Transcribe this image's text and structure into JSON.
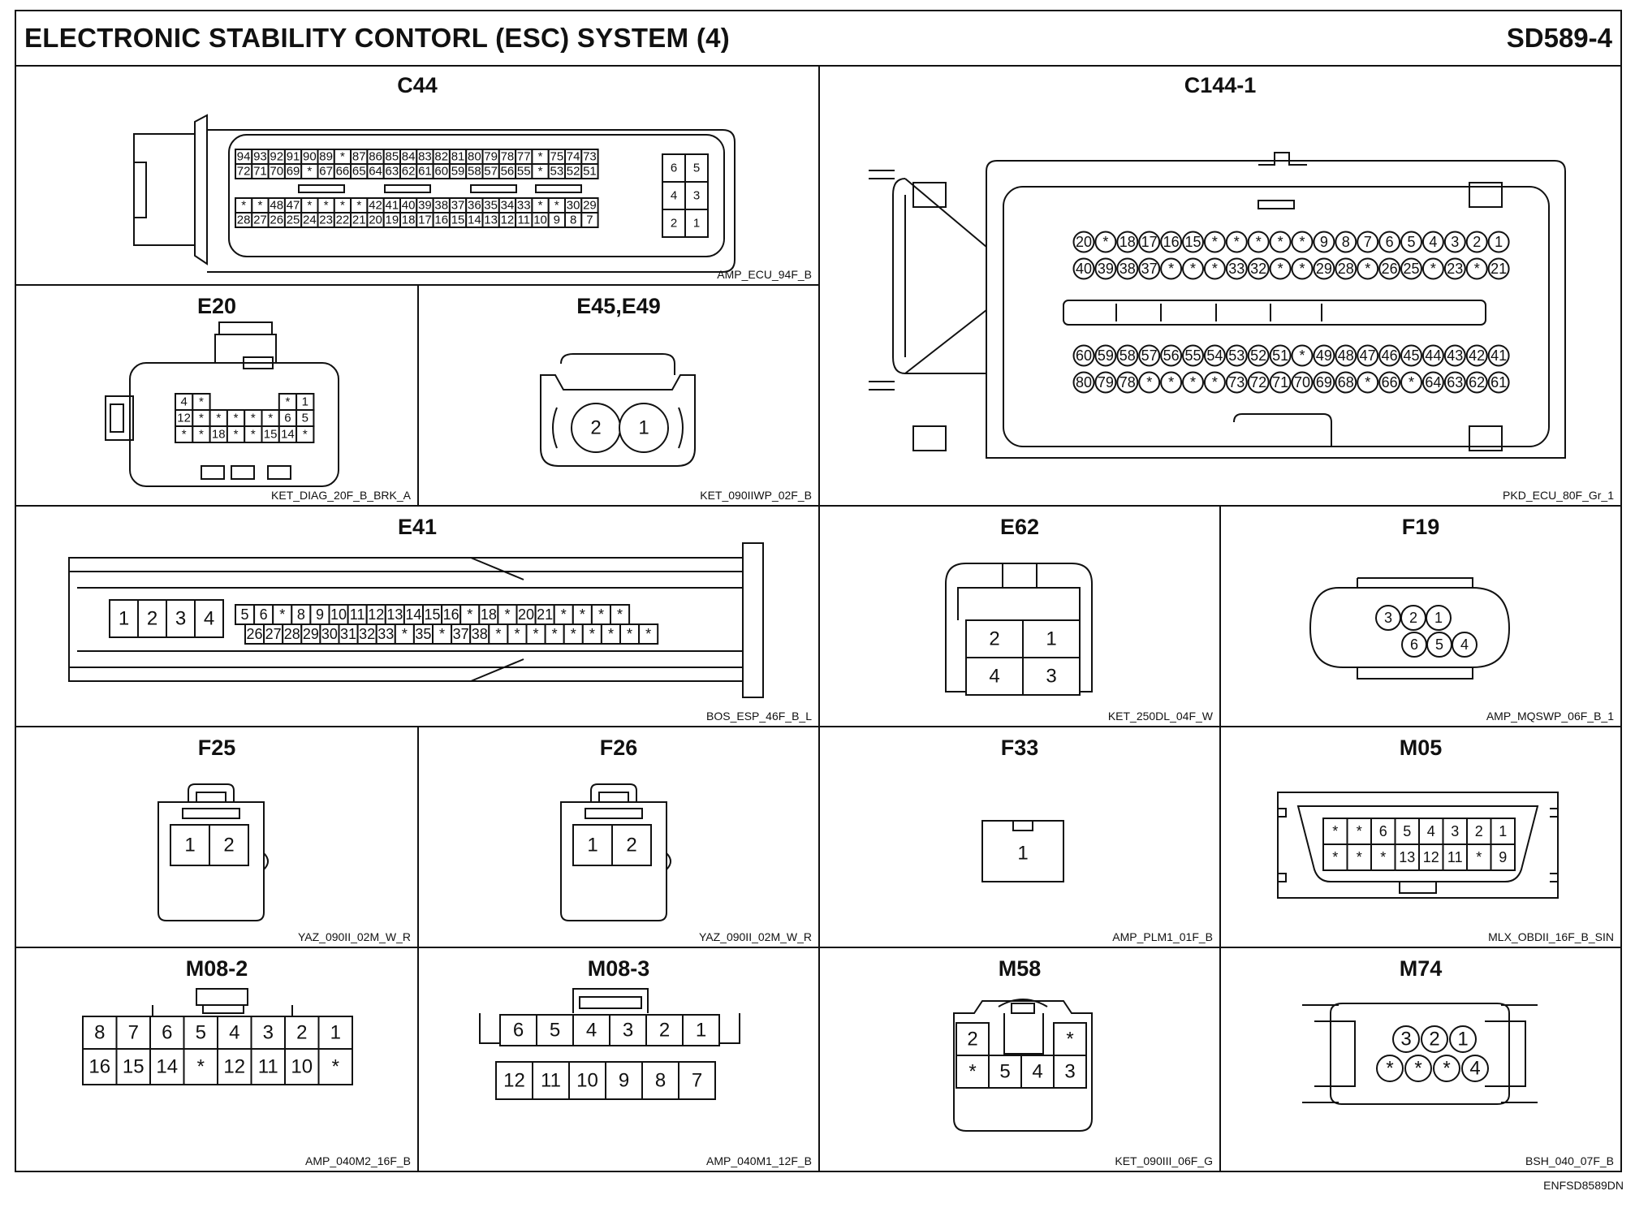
{
  "header": {
    "title": "ELECTRONIC STABILITY CONTORL (ESC) SYSTEM (4)",
    "code": "SD589-4"
  },
  "footer": {
    "code": "ENFSD8589DN"
  },
  "connectors": {
    "c44": {
      "name": "C44",
      "code": "AMP_ECU_94F_B",
      "rows": [
        [
          "94",
          "93",
          "92",
          "91",
          "90",
          "89",
          "*",
          "87",
          "86",
          "85",
          "84",
          "83",
          "82",
          "81",
          "80",
          "79",
          "78",
          "77",
          "*",
          "75",
          "74",
          "73"
        ],
        [
          "72",
          "71",
          "70",
          "69",
          "*",
          "67",
          "66",
          "65",
          "64",
          "63",
          "62",
          "61",
          "60",
          "59",
          "58",
          "57",
          "56",
          "55",
          "*",
          "53",
          "52",
          "51"
        ],
        [
          "*",
          "*",
          "48",
          "47",
          "*",
          "*",
          "*",
          "*",
          "42",
          "41",
          "40",
          "39",
          "38",
          "37",
          "36",
          "35",
          "34",
          "33",
          "*",
          "*",
          "30",
          "29"
        ],
        [
          "28",
          "27",
          "26",
          "25",
          "24",
          "23",
          "22",
          "21",
          "20",
          "19",
          "18",
          "17",
          "16",
          "15",
          "14",
          "13",
          "12",
          "11",
          "10",
          "9",
          "8",
          "7"
        ]
      ],
      "side": [
        [
          "6",
          "5"
        ],
        [
          "4",
          "3"
        ],
        [
          "2",
          "1"
        ]
      ]
    },
    "c144": {
      "name": "C144-1",
      "code": "PKD_ECU_80F_Gr_1",
      "rows": [
        [
          "20",
          "*",
          "18",
          "17",
          "16",
          "15",
          "*",
          "*",
          "*",
          "*",
          "*",
          "9",
          "8",
          "7",
          "6",
          "5",
          "4",
          "3",
          "2",
          "1"
        ],
        [
          "40",
          "39",
          "38",
          "37",
          "*",
          "*",
          "*",
          "33",
          "32",
          "*",
          "*",
          "29",
          "28",
          "*",
          "26",
          "25",
          "*",
          "23",
          "*",
          "21"
        ],
        [
          "60",
          "59",
          "58",
          "57",
          "56",
          "55",
          "54",
          "53",
          "52",
          "51",
          "*",
          "49",
          "48",
          "47",
          "46",
          "45",
          "44",
          "43",
          "42",
          "41"
        ],
        [
          "80",
          "79",
          "78",
          "*",
          "*",
          "*",
          "*",
          "73",
          "72",
          "71",
          "70",
          "69",
          "68",
          "*",
          "66",
          "*",
          "64",
          "63",
          "62",
          "61"
        ]
      ]
    },
    "e20": {
      "name": "E20",
      "code": "KET_DIAG_20F_B_BRK_A",
      "rows": [
        [
          "4",
          "*",
          "",
          "",
          "",
          "",
          "*",
          "1"
        ],
        [
          "12",
          "*",
          "*",
          "*",
          "*",
          "*",
          "6",
          "5"
        ],
        [
          "*",
          "*",
          "18",
          "*",
          "*",
          "15",
          "14",
          "*"
        ]
      ]
    },
    "e45": {
      "name": "E45,E49",
      "code": "KET_090IIWP_02F_B",
      "pins": [
        "2",
        "1"
      ]
    },
    "e41": {
      "name": "E41",
      "code": "BOS_ESP_46F_B_L",
      "left": [
        "1",
        "2",
        "3",
        "4"
      ],
      "top": [
        "5",
        "6",
        "*",
        "8",
        "9",
        "10",
        "11",
        "12",
        "13",
        "14",
        "15",
        "16",
        "*",
        "18",
        "*",
        "20",
        "21",
        "*",
        "*",
        "*",
        "*"
      ],
      "bottom": [
        "26",
        "27",
        "28",
        "29",
        "30",
        "31",
        "32",
        "33",
        "*",
        "35",
        "*",
        "37",
        "38",
        "*",
        "*",
        "*",
        "*",
        "*",
        "*",
        "*",
        "*",
        "*"
      ]
    },
    "e62": {
      "name": "E62",
      "code": "KET_250DL_04F_W",
      "pins": [
        "2",
        "1",
        "4",
        "3"
      ]
    },
    "f19": {
      "name": "F19",
      "code": "AMP_MQSWP_06F_B_1",
      "top": [
        "3",
        "2",
        "1"
      ],
      "bottom": [
        "6",
        "5",
        "4"
      ]
    },
    "f25": {
      "name": "F25",
      "code": "YAZ_090II_02M_W_R",
      "pins": [
        "1",
        "2"
      ]
    },
    "f26": {
      "name": "F26",
      "code": "YAZ_090II_02M_W_R",
      "pins": [
        "1",
        "2"
      ]
    },
    "f33": {
      "name": "F33",
      "code": "AMP_PLM1_01F_B",
      "pins": [
        "1"
      ]
    },
    "m05": {
      "name": "M05",
      "code": "MLX_OBDII_16F_B_SIN",
      "top": [
        "*",
        "*",
        "6",
        "5",
        "4",
        "3",
        "2",
        "1"
      ],
      "bottom": [
        "*",
        "*",
        "*",
        "13",
        "12",
        "11",
        "*",
        "9"
      ]
    },
    "m082": {
      "name": "M08-2",
      "code": "AMP_040M2_16F_B",
      "top": [
        "8",
        "7",
        "6",
        "5",
        "4",
        "3",
        "2",
        "1"
      ],
      "bottom": [
        "16",
        "15",
        "14",
        "*",
        "12",
        "11",
        "10",
        "*"
      ]
    },
    "m083": {
      "name": "M08-3",
      "code": "AMP_040M1_12F_B",
      "top": [
        "6",
        "5",
        "4",
        "3",
        "2",
        "1"
      ],
      "bottom": [
        "12",
        "11",
        "10",
        "9",
        "8",
        "7"
      ]
    },
    "m58": {
      "name": "M58",
      "code": "KET_090III_06F_G",
      "top": [
        "2",
        "",
        "",
        "*"
      ],
      "bottom": [
        "*",
        "5",
        "4",
        "3"
      ]
    },
    "m74": {
      "name": "M74",
      "code": "BSH_040_07F_B",
      "top": [
        "3",
        "2",
        "1"
      ],
      "bottom": [
        "*",
        "*",
        "*",
        "4"
      ]
    }
  }
}
